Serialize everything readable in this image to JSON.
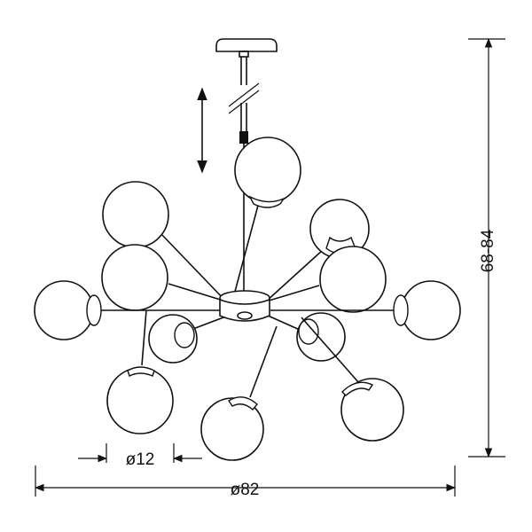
{
  "dimensions": {
    "height_label": "68-84",
    "width_label": "ø82",
    "globe_label": "ø12"
  }
}
